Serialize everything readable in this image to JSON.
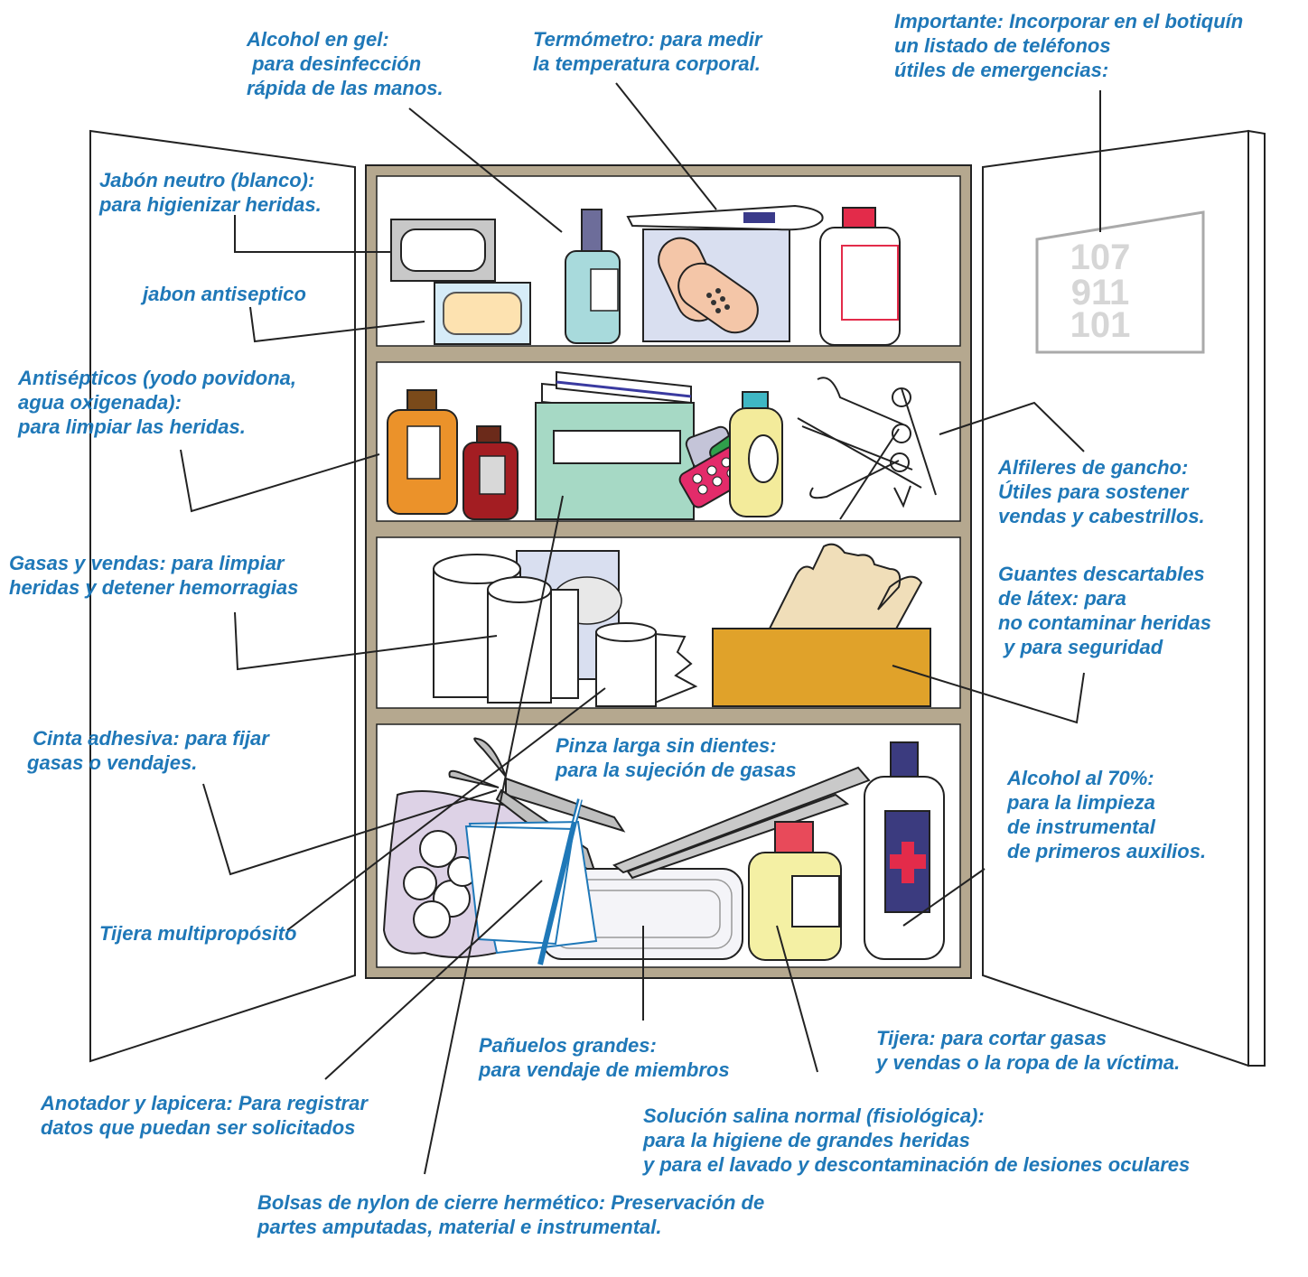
{
  "colors": {
    "label_text": "#1f78b8",
    "cabinet_frame": "#b5a88f",
    "outline": "#222222"
  },
  "labels": {
    "alcohol_gel": "Alcohol en gel:\n para desinfección\nrápida de las manos.",
    "termometro": "Termómetro: para medir\nla temperatura corporal.",
    "importante": "Importante: Incorporar en el botiquín\nun listado de teléfonos\nútiles de emergencias:",
    "jabon_neutro": "Jabón neutro (blanco):\npara higienizar heridas.",
    "jabon_antiseptico": "jabon antiseptico",
    "antisepticos": "Antisépticos (yodo povidona,\nagua oxigenada):\npara limpiar las heridas.",
    "alfileres": "Alfileres de gancho:\nÚtiles para sostener\nvendas y cabestrillos.",
    "gasas": "Gasas y vendas: para limpiar\nheridas y detener hemorragias",
    "guantes": "Guantes descartables\nde látex: para\nno contaminar heridas\n y para seguridad",
    "cinta": " Cinta adhesiva: para fijar\ngasas o vendajes.",
    "pinza": "Pinza larga sin dientes:\npara la sujeción de gasas",
    "alcohol70": "Alcohol al 70%:\npara la limpieza\nde instrumental\nde primeros auxilios.",
    "tijera_multi": "Tijera multipropósito",
    "tijera": "Tijera: para cortar gasas\ny vendas o la ropa de la víctima.",
    "panuelos": "Pañuelos grandes:\npara vendaje de miembros",
    "anotador": "Anotador y lapicera: Para registrar\ndatos que puedan ser solicitados",
    "solucion": "Solución salina normal (fisiológica):\npara la higiene de grandes heridas\ny para el lavado y descontaminación de lesiones oculares",
    "bolsas": "Bolsas de nylon de cierre hermético: Preservación de\npartes amputadas, material e instrumental."
  },
  "phones": [
    "107",
    "911",
    "101"
  ]
}
